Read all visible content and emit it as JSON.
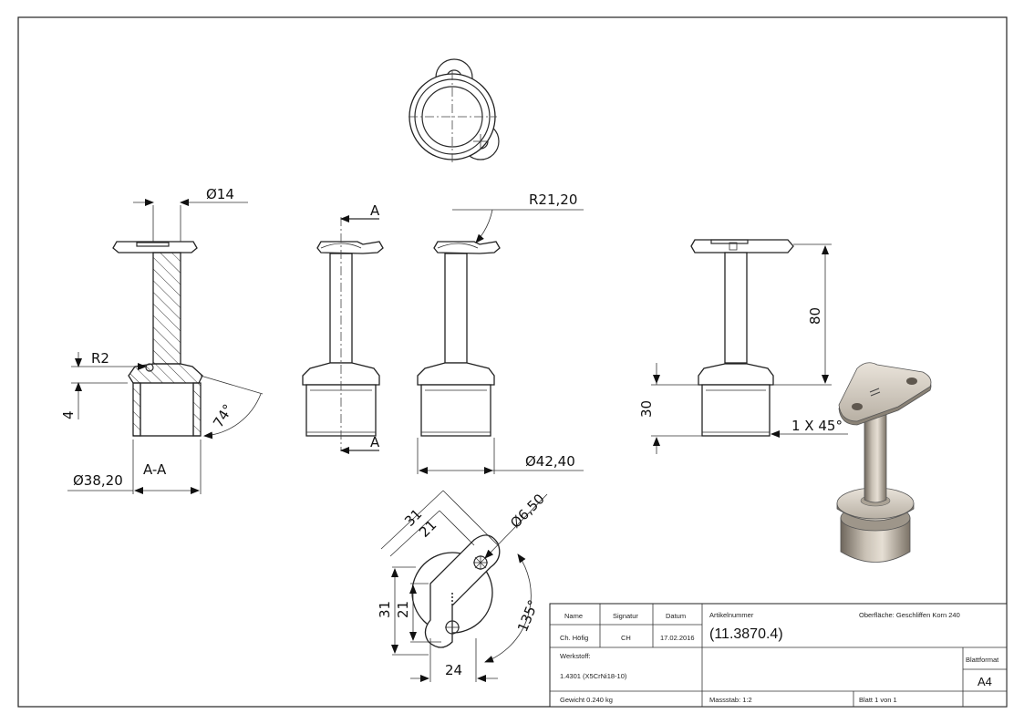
{
  "dimensions": {
    "d14": "Ø14",
    "r2": "R2",
    "four": "4",
    "angle74": "74°",
    "d3820": "Ø38,20",
    "section_label": "A-A",
    "section_top": "A",
    "section_bottom": "A",
    "r2120": "R21,20",
    "d4240": "Ø42,40",
    "eighty": "80",
    "thirty": "30",
    "chamfer": "1 X 45°",
    "b31_top": "31",
    "b21_top": "21",
    "d650": "Ø6,50",
    "b31_left": "31",
    "b21_left": "21",
    "angle135": "135°",
    "b24": "24"
  },
  "title_block": {
    "col_name": "Name",
    "col_signatur": "Signatur",
    "col_datum": "Datum",
    "name": "Ch. Höfig",
    "signatur": "CH",
    "datum": "17.02.2016",
    "artikel_label": "Artikelnummer",
    "artikel_number": "11.3870.4",
    "oberflaeche": "Oberfläche:  Geschliffen Korn 240",
    "werkstoff_label": "Werkstoff:",
    "werkstoff": "1.4301 (X5CrNi18-10)",
    "blattformat_label": "Blattformat",
    "blattformat": "A4",
    "gewicht": "Gewicht 0.240 kg",
    "massstab": "Massstab: 1:2",
    "blatt": "Blatt 1 von 1"
  }
}
